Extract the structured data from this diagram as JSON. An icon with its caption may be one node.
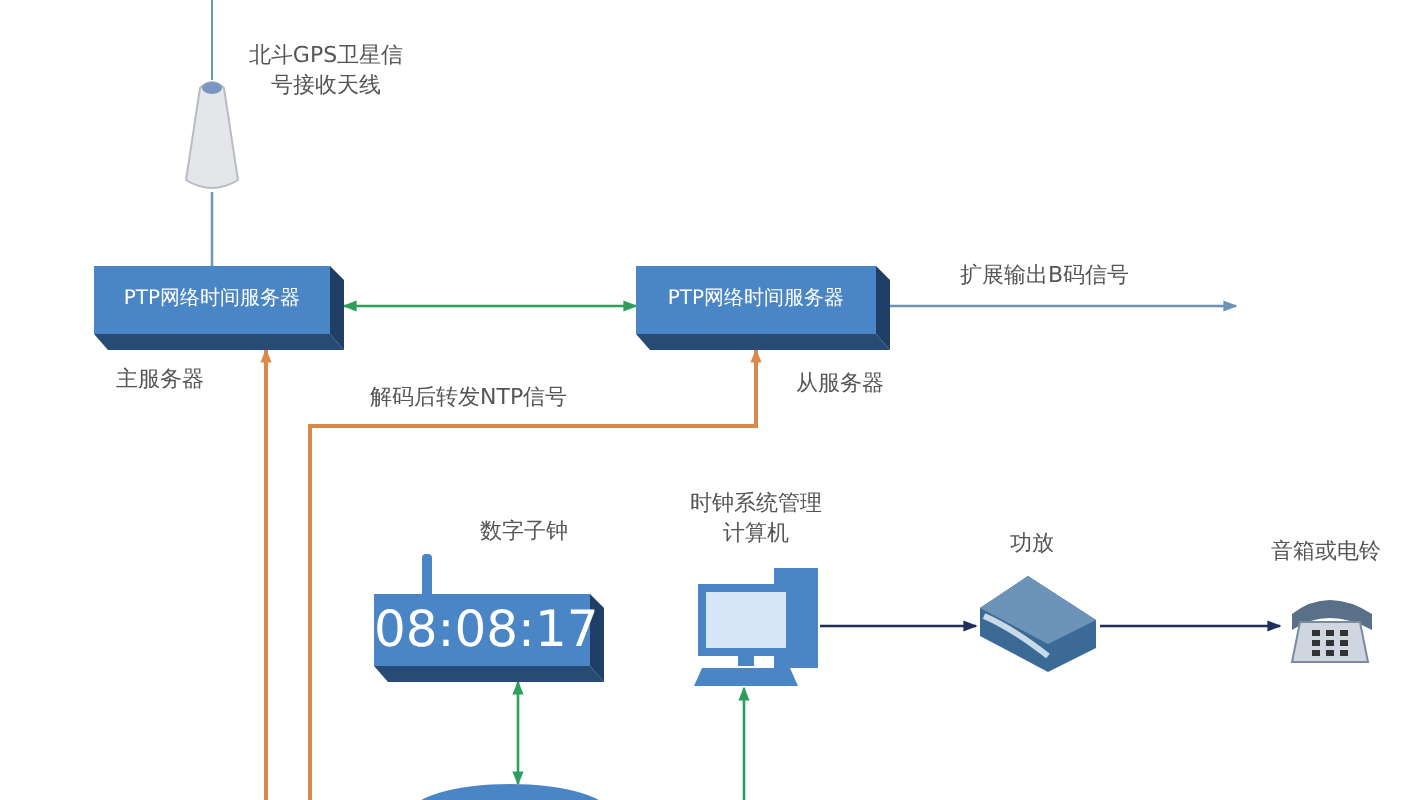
{
  "diagram": {
    "nodes": [
      {
        "text": [],
        "shape": "picture",
        "beside": [
          "北斗GPS卫星信号接收天线"
        ]
      },
      {
        "text": [
          "PTP网络时间服务器"
        ],
        "beside": [
          "主服务器"
        ]
      },
      {
        "text": [
          "PTP网络时间服务器"
        ],
        "beside": [
          "从服务器"
        ]
      },
      {
        "text": [
          "08:08:17"
        ],
        "beside": [
          "数字子钟"
        ]
      },
      {
        "text": [],
        "shape": "picture",
        "beside": [
          "时钟系统管理计算机"
        ]
      },
      {
        "text": [],
        "shape": "picture",
        "beside": [
          "功放"
        ]
      },
      {
        "text": [],
        "shape": "picture",
        "beside": [
          "音箱或电铃"
        ]
      },
      {
        "text": [],
        "shape": "circle"
      }
    ],
    "edges": [
      {
        "from": 0,
        "to": 1,
        "arrow": "none",
        "color": "#6a9bb0"
      },
      {
        "from": 1,
        "to": 2,
        "arrow": "both",
        "color": "#2e9e5b"
      },
      {
        "from": null,
        "to": 1,
        "arrow": "to",
        "color": "#d9894a"
      },
      {
        "from": null,
        "to": 2,
        "arrow": "to",
        "label": "解码后转发NTP信号",
        "color": "#d9894a"
      },
      {
        "from": 2,
        "to": null,
        "arrow": "to",
        "label": "扩展输出B码信号",
        "color": "#6a93b8"
      },
      {
        "from": 3,
        "to": 7,
        "arrow": "both",
        "color": "#2e9e5b"
      },
      {
        "from": null,
        "to": 4,
        "arrow": "to",
        "color": "#2e9e5b"
      },
      {
        "from": 4,
        "to": 5,
        "arrow": "to",
        "color": "#1f2d5a"
      },
      {
        "from": 5,
        "to": 6,
        "arrow": "to",
        "color": "#1f2d5a"
      }
    ]
  }
}
